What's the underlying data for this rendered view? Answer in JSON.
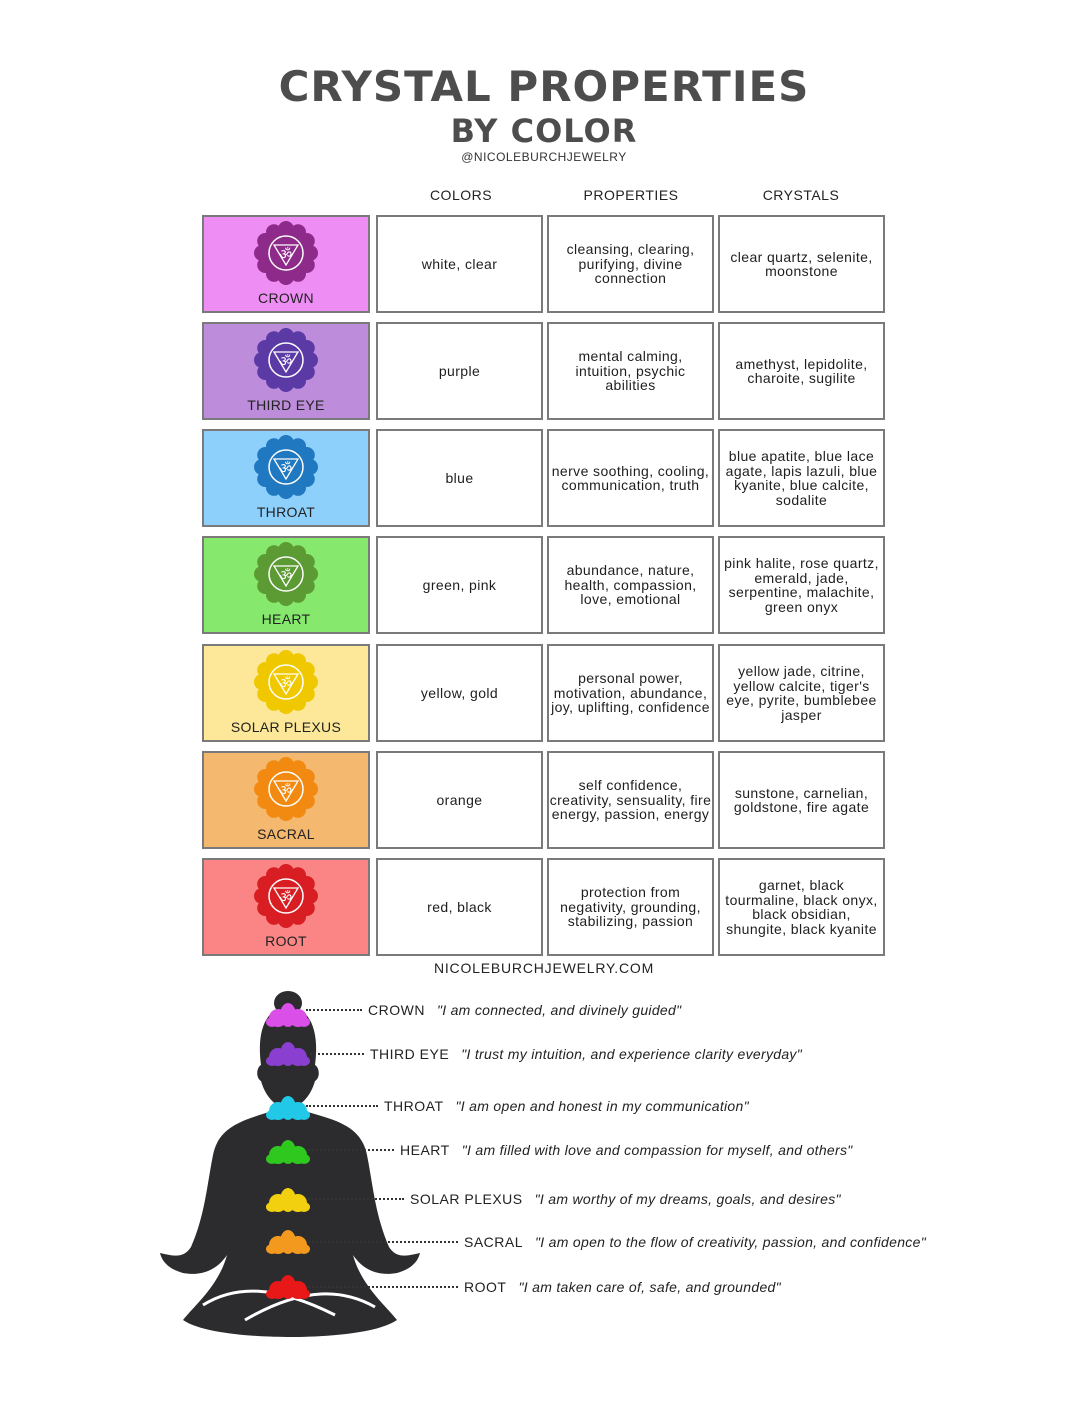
{
  "header": {
    "title_line1": "CRYSTAL PROPERTIES",
    "title_line2": "BY COLOR",
    "handle": "@NICOLEBURCHJEWELRY"
  },
  "table": {
    "columns": [
      "COLORS",
      "PROPERTIES",
      "CRYSTALS"
    ],
    "rows": [
      {
        "chakra": "CROWN",
        "bg": "#ee8ef5",
        "icon_color": "#8e2a8a",
        "colors": "white, clear",
        "properties": "cleansing, clearing, purifying, divine connection",
        "crystals": "clear quartz, selenite, moonstone"
      },
      {
        "chakra": "THIRD EYE",
        "bg": "#bd8ddc",
        "icon_color": "#5b3aa6",
        "colors": "purple",
        "properties": "mental calming, intuition, psychic abilities",
        "crystals": "amethyst, lepidolite, charoite, sugilite"
      },
      {
        "chakra": "THROAT",
        "bg": "#8dd0fb",
        "icon_color": "#1f78c0",
        "colors": "blue",
        "properties": "nerve soothing, cooling, communication, truth",
        "crystals": "blue apatite, blue lace agate, lapis lazuli, blue kyanite, blue calcite, sodalite"
      },
      {
        "chakra": "HEART",
        "bg": "#86e96e",
        "icon_color": "#5c9a34",
        "colors": "green, pink",
        "properties": "abundance, nature, health, compassion, love, emotional",
        "crystals": "pink halite, rose quartz, emerald, jade, serpentine, malachite, green onyx"
      },
      {
        "chakra": "SOLAR PLEXUS",
        "bg": "#fce898",
        "icon_color": "#f0c800",
        "colors": "yellow, gold",
        "properties": "personal power, motivation, abundance, joy, uplifting, confidence",
        "crystals": "yellow jade, citrine, yellow calcite, tiger's eye, pyrite, bumblebee jasper"
      },
      {
        "chakra": "SACRAL",
        "bg": "#f4b86e",
        "icon_color": "#f28a12",
        "colors": "orange",
        "properties": "self confidence, creativity, sensuality, fire energy, passion, energy",
        "crystals": "sunstone, carnelian, goldstone, fire agate"
      },
      {
        "chakra": "ROOT",
        "bg": "#fb8585",
        "icon_color": "#d81e22",
        "colors": "red, black",
        "properties": "protection from negativity, grounding, stabilizing, passion",
        "crystals": "garnet, black tourmaline, black onyx, black obsidian, shungite, black kyanite"
      }
    ]
  },
  "footer": {
    "website": "NICOLEBURCHJEWELRY.COM"
  },
  "affirmations": [
    {
      "chakra": "CROWN",
      "color": "#d94fe8",
      "quote": "\"I am connected, and divinely guided\""
    },
    {
      "chakra": "THIRD EYE",
      "color": "#8a3fd0",
      "quote": "\"I trust my intuition, and experience clarity everyday\""
    },
    {
      "chakra": "THROAT",
      "color": "#22c8e8",
      "quote": "\"I am open and honest in my communication\""
    },
    {
      "chakra": "HEART",
      "color": "#2ec81e",
      "quote": "\"I am filled with love and compassion for myself, and others\""
    },
    {
      "chakra": "SOLAR PLEXUS",
      "color": "#f2d010",
      "quote": "\"I am worthy of my dreams, goals, and desires\""
    },
    {
      "chakra": "SACRAL",
      "color": "#f39a1e",
      "quote": "\"I am open to the flow of creativity, passion, and confidence\""
    },
    {
      "chakra": "ROOT",
      "color": "#e81818",
      "quote": "\"I am taken care of, safe, and grounded\""
    }
  ]
}
